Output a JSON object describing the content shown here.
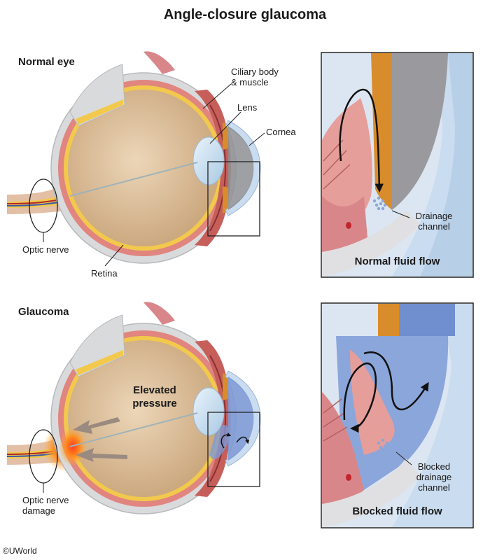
{
  "title": "Angle-closure glaucoma",
  "sections": {
    "normal": "Normal eye",
    "glaucoma": "Glaucoma"
  },
  "labels": {
    "ciliary_line1": "Ciliary body",
    "ciliary_line2": "& muscle",
    "lens": "Lens",
    "cornea": "Cornea",
    "optic_nerve": "Optic nerve",
    "retina": "Retina",
    "drainage_line1": "Drainage",
    "drainage_line2": "channel",
    "pressure_line1": "Elevated",
    "pressure_line2": "pressure",
    "damage_line1": "Optic nerve",
    "damage_line2": "damage",
    "blocked_line1": "Blocked",
    "blocked_line2": "drainage",
    "blocked_line3": "channel"
  },
  "captions": {
    "normal_flow": "Normal fluid flow",
    "blocked_flow": "Blocked fluid flow"
  },
  "copyright": "©UWorld",
  "colors": {
    "sclera": "#d9dadc",
    "vitreous": "#d8b994",
    "retina": "#f2c94c",
    "choroid": "#e0857f",
    "iris": "#d98c2b",
    "lens": "#cfe3f2",
    "cornea": "#cadcef",
    "aqueous_blocked": "#7d9ad6",
    "pressure_arrow": "#9b8a80",
    "nerve_damage": "#f06a1e"
  }
}
